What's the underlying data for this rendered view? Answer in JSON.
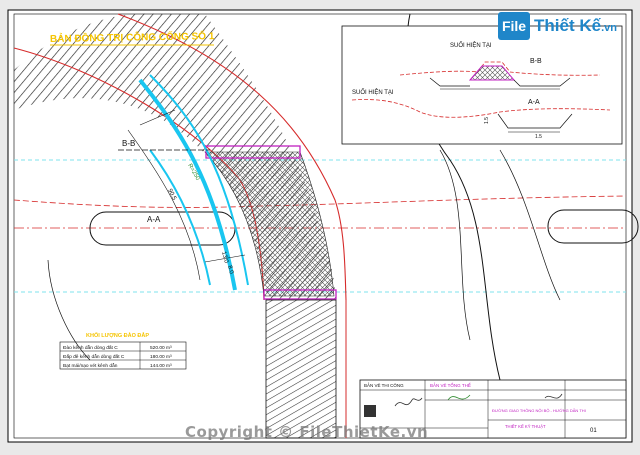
{
  "drawing": {
    "title": "BẢN ĐỒNG TRỊ CÔNG CỐNG SỐ 1",
    "section_label_bb": "B-B",
    "section_label_aa": "A-A",
    "dim_left_1": "90.5",
    "dim_left_2": "13.0",
    "dim_left_3": "8.0",
    "curve_note": "R=250"
  },
  "inset": {
    "label_top_left": "SUỐI HIỆN TẠI",
    "label_top_right": "B-B",
    "label_bottom_left": "SUỐI HIỆN TẠI",
    "label_bottom_right": "A-A",
    "dim_a": "1.5",
    "dim_b": "1.5"
  },
  "volume_table": {
    "heading": "KHỐI LƯỢNG ĐÀO ĐẮP",
    "rows": [
      {
        "label": "Đào kênh dẫn dòng đất C",
        "value": "520.00 m³"
      },
      {
        "label": "Đắp đê kênh dẫn dòng đất C",
        "value": "180.00 m³"
      },
      {
        "label": "Bạt mái/nạo vét kênh dẫn",
        "value": "144.00 m³"
      }
    ]
  },
  "title_block": {
    "row1": "BẢN VẼ THI CÔNG",
    "row2": "BẢN VẼ TỔNG THỂ",
    "project": "ĐƯỜNG GIAO THÔNG NỘI BỘ - HƯỚNG DẪN THI",
    "drawing_name": "THIẾT KẾ KỸ THUẬT",
    "sheet_no": "01"
  },
  "logo": {
    "badge": "File",
    "text": "Thiết Kế",
    "domain": ".vn"
  },
  "watermark": "Copyright © FileThietKe.vn",
  "colors": {
    "paper": "#ffffff",
    "frame": "#000000",
    "road_edge": "#d62b2b",
    "canal": "#19c6f0",
    "centerline": "#d62b2b",
    "axis": "#7fe3ec",
    "magenta": "#c021c0",
    "brand": "#1f86c9"
  }
}
